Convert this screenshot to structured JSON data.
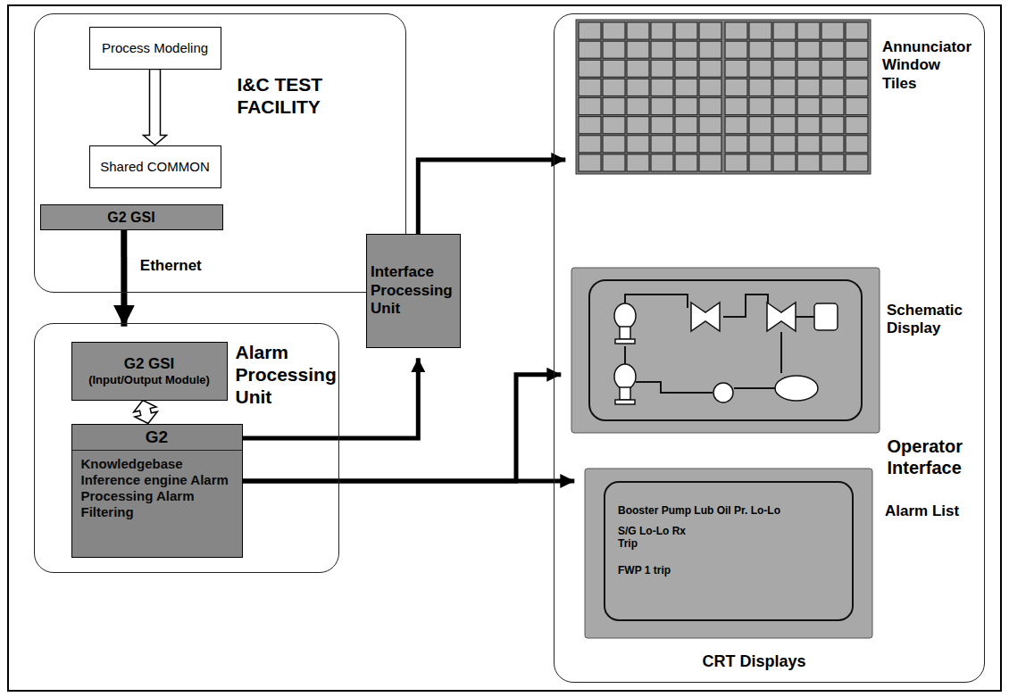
{
  "diagram": {
    "nodes": [
      {
        "text": [
          "I&C TEST FACILITY"
        ]
      },
      {
        "text": [
          "Process Modeling"
        ],
        "in": 0
      },
      {
        "text": [
          "Shared COMMON"
        ],
        "in": 0
      },
      {
        "text": [
          "G2 GSI"
        ],
        "in": 0
      },
      {
        "text": [
          "Alarm Processing Unit"
        ]
      },
      {
        "text": [
          "G2 GSI",
          "(Input/Output Module)"
        ],
        "in": 4
      },
      {
        "text": [
          "G2",
          "Knowledgebase Inference engine Alarm Processing Alarm Filtering"
        ],
        "in": 4
      },
      {
        "text": [
          "Interface Processing Unit"
        ]
      },
      {
        "text": [
          "Operator Interface",
          "CRT Displays"
        ]
      },
      {
        "text": [
          "Annunciator Window Tiles"
        ],
        "in": 8
      },
      {
        "text": [
          "Schematic Display"
        ],
        "in": 8
      },
      {
        "text": [
          "Booster Pump Lub Oil Pr. Lo-Lo",
          "S/G Lo-Lo Rx Trip",
          "FWP 1 trip",
          "Alarm List"
        ],
        "in": 8
      }
    ],
    "edges": [
      {
        "from": 1,
        "to": 2,
        "arrow": "to"
      },
      {
        "from": 3,
        "to": 5,
        "label": "Ethernet",
        "arrow": "to"
      },
      {
        "from": 5,
        "to": 6,
        "arrow": "both"
      },
      {
        "from": 6,
        "to": 7,
        "arrow": "to"
      },
      {
        "from": 7,
        "to": 9,
        "arrow": "to"
      },
      {
        "from": 6,
        "to": 10,
        "arrow": "to"
      },
      {
        "from": 6,
        "to": 11,
        "arrow": "to"
      }
    ]
  }
}
